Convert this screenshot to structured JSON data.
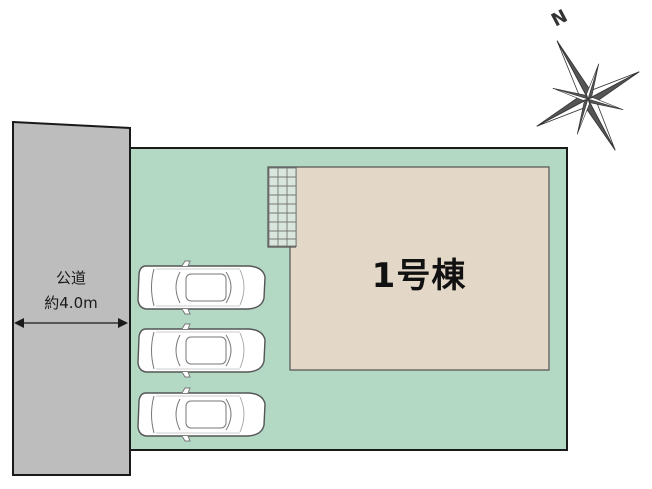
{
  "road": {
    "line1": "公道",
    "line2": "約4.0m",
    "color": "#bdbdbd"
  },
  "lot": {
    "color": "#b3d8c3"
  },
  "building": {
    "label": "1号棟",
    "color": "#e3d8c7"
  },
  "parking": {
    "spaces": 3,
    "car_color": "#ffffff"
  },
  "compass": {
    "north_label": "N",
    "icon": "compass-rose-icon"
  }
}
